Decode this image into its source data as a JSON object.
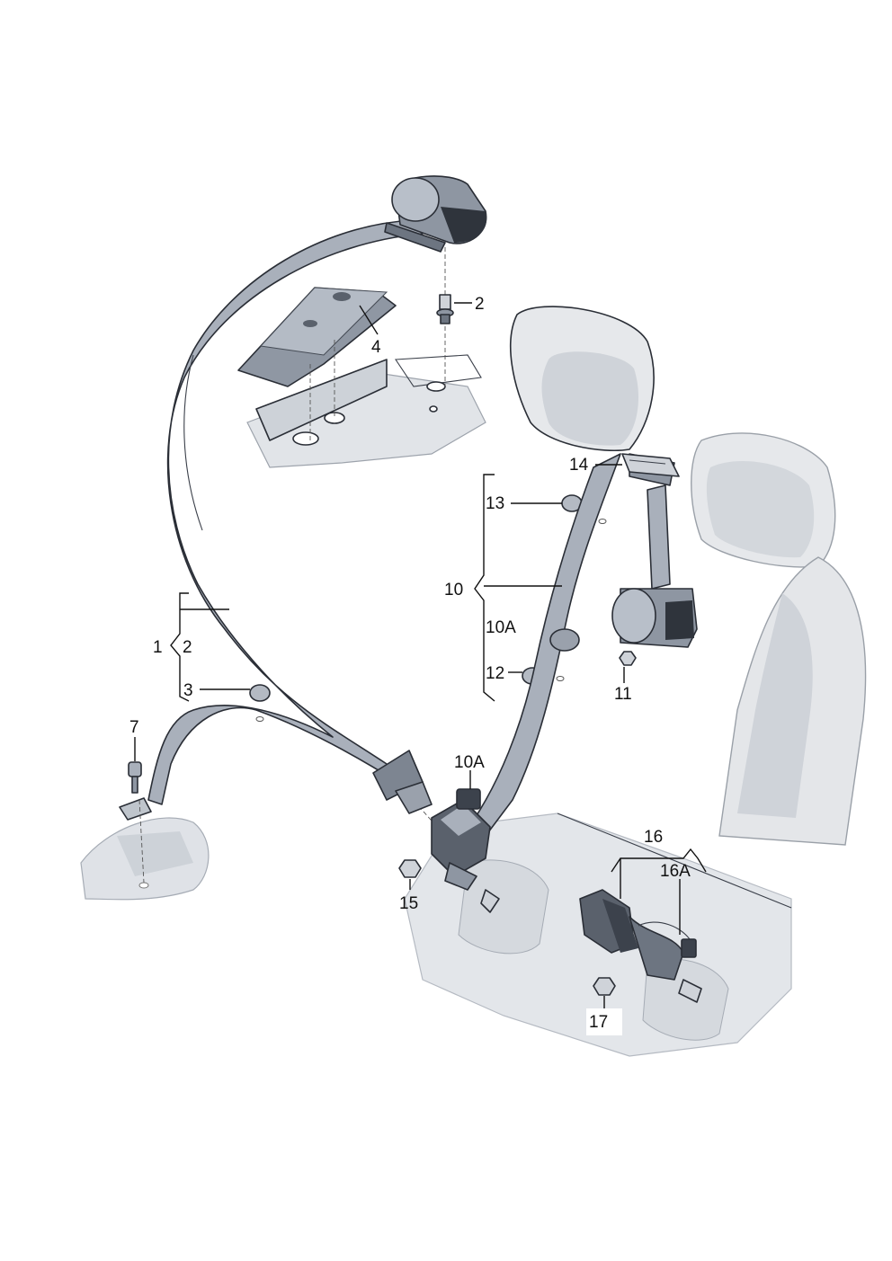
{
  "colors": {
    "belt": "#a9b0bb",
    "belt_dark": "#7d8591",
    "bracket": "#c7ccd4",
    "floor": "#dfe2e7",
    "seat": "#e2e4e7",
    "component_dark": "#3c424c"
  },
  "labels": {
    "p1": "1",
    "p2_upper": "2",
    "p2_group": "2",
    "p3": "3",
    "p4": "4",
    "p7": "7",
    "p10": "10",
    "p10a_group": "10A",
    "p10a_part": "10A",
    "p11": "11",
    "p12": "12",
    "p13": "13",
    "p14": "14",
    "p15": "15",
    "p16": "16",
    "p16a": "16A",
    "p17": "17"
  }
}
